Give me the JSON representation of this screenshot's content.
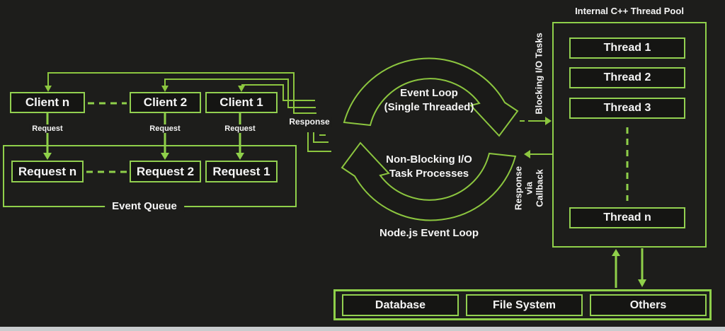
{
  "colors": {
    "background": "#1d1d1b",
    "line_green": "#8cc63f",
    "bright_green": "#92d050",
    "box_fill": "#151513",
    "text": "#f5f5f5",
    "bottom_strip": "#c9ccce"
  },
  "clients": [
    {
      "label": "Client n"
    },
    {
      "label": "Client 2"
    },
    {
      "label": "Client 1"
    }
  ],
  "request_labels": [
    "Request",
    "Request",
    "Request"
  ],
  "requests": [
    {
      "label": "Request n"
    },
    {
      "label": "Request 2"
    },
    {
      "label": "Request 1"
    }
  ],
  "event_queue_label": "Event Queue",
  "response_label": "Response",
  "event_loop": {
    "title_line1": "Event Loop",
    "title_line2": "(Single Threaded)",
    "nonblocking_line1": "Non-Blocking I/O",
    "nonblocking_line2": "Task Processes",
    "caption": "Node.js Event Loop"
  },
  "thread_pool": {
    "title": "Internal C++ Thread Pool",
    "threads": [
      {
        "label": "Thread 1"
      },
      {
        "label": "Thread 2"
      },
      {
        "label": "Thread 3"
      }
    ],
    "thread_n": "Thread n",
    "blocking_label": "Blocking I/O Tasks",
    "callback_line1": "Response",
    "callback_line2": "via",
    "callback_line3": "Callback"
  },
  "resources": [
    {
      "label": "Database"
    },
    {
      "label": "File System"
    },
    {
      "label": "Others"
    }
  ]
}
